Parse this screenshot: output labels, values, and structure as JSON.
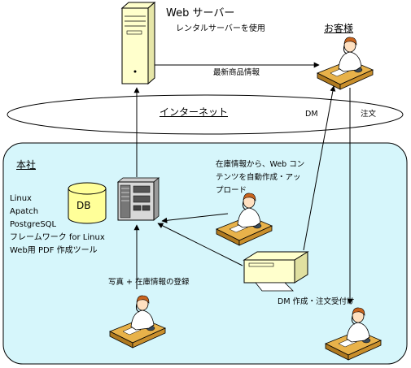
{
  "web_server": {
    "title": "Web サーバー",
    "subtitle": "レンタルサーバーを使用"
  },
  "customer_label": "お客様",
  "flow_labels": {
    "latest_info": "最新商品情報",
    "dm": "DM",
    "order": "注文",
    "dm_order_receipt": "DM 作成・注文受付け",
    "photo_register": "写真 + 在庫情報の登録"
  },
  "internet_label": "インターネット",
  "head_office": {
    "label": "本社",
    "db_label": "DB",
    "software_stack": [
      "Linux",
      "Apatch",
      "PostgreSQL",
      "フレームワーク for Linux",
      "Web用 PDF 作成ツール"
    ],
    "auto_upload_note": [
      "在庫情報から、Web コン",
      "テンツを自動作成・アッ",
      "プロード"
    ]
  },
  "colors": {
    "head_office_fill": "#d6f6fb",
    "server_fill": "#ffffcc",
    "db_fill": "#ffff99",
    "printer_fill": "#ffffcc",
    "desk_fill": "#e8b24a",
    "shirt_fill": "#ffffff",
    "hair_fill": "#c8641e",
    "skin_fill": "#ffe0c0"
  }
}
